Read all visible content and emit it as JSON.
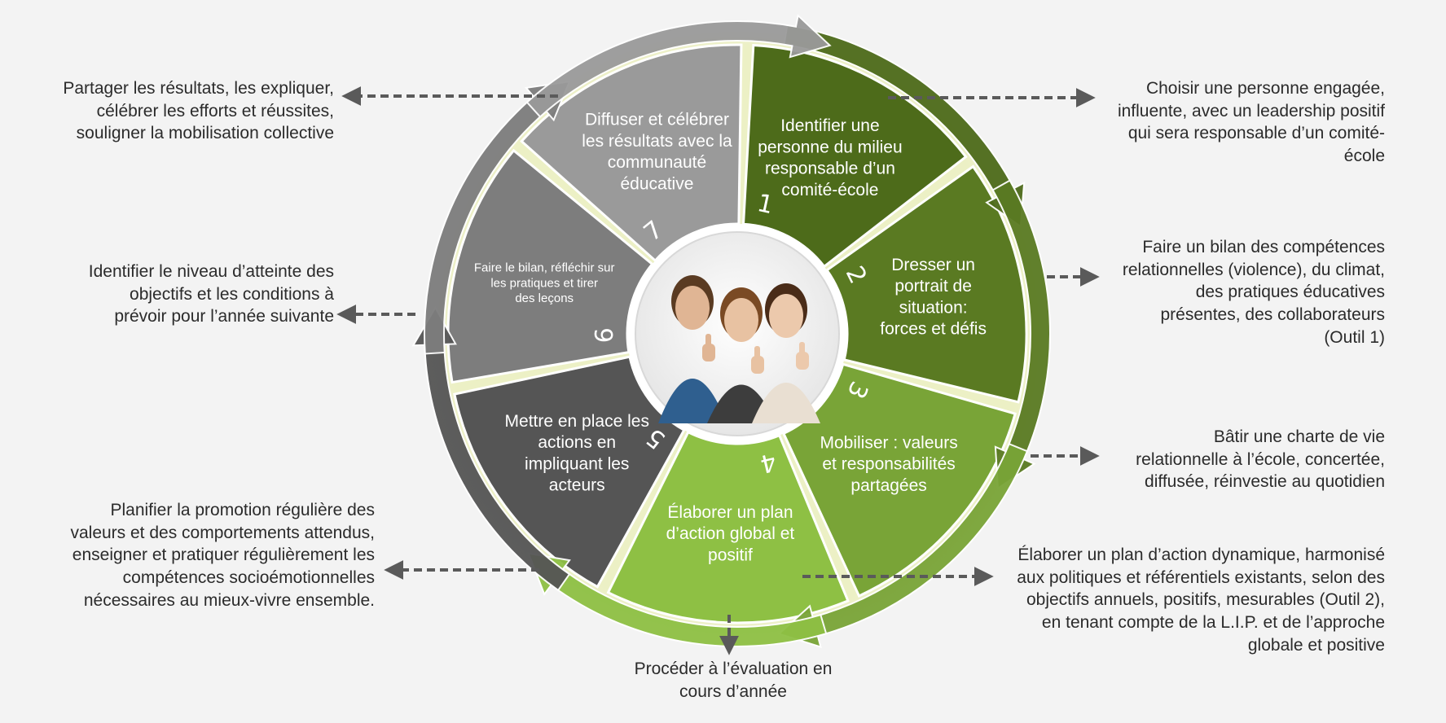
{
  "colors": {
    "background": "#f3f3f3",
    "glow": "#e7eea0",
    "dashed_arrow": "#5a5a5a",
    "note_text": "#2b2b2b",
    "segments": [
      "#4d6b1a",
      "#5a7a22",
      "#79a437",
      "#8ec044",
      "#555555",
      "#7d7d7d",
      "#9a9a9a"
    ]
  },
  "steps": [
    {
      "number": "1",
      "label": "Identifier une\npersonne du milieu\nresponsable d’un\ncomité-école"
    },
    {
      "number": "2",
      "label": "Dresser un\nportrait de\nsituation:\nforces et défis"
    },
    {
      "number": "3",
      "label": "Mobiliser : valeurs\net responsabilités\npartagées"
    },
    {
      "number": "4",
      "label": "Élaborer un plan\nd’action global et\npositif"
    },
    {
      "number": "5",
      "label": "Mettre en place les\nactions en\nimpliquant les\nacteurs"
    },
    {
      "number": "6",
      "label": "Faire le bilan, réfléchir sur\nles pratiques et tirer\ndes leçons"
    },
    {
      "number": "7",
      "label": "Diffuser et célébrer\nles résultats avec la\ncommunauté\néducative"
    }
  ],
  "notes": {
    "step1": "Choisir une personne engagée,\ninfluente, avec un leadership positif\nqui sera responsable d’un comité-\nécole",
    "step2": "Faire un bilan des compétences\nrelationnelles (violence), du climat,\ndes pratiques éducatives\nprésentes, des collaborateurs\n(Outil 1)",
    "step3": "Bâtir une charte de vie\nrelationnelle à l’école, concertée,\ndiffusée, réinvestie au quotidien",
    "step4": "Élaborer un plan d’action dynamique, harmonisé\naux politiques et référentiels existants, selon des\nobjectifs annuels, positifs, mesurables (Outil 2),\nen tenant compte de la L.I.P. et de l’approche\nglobale et positive",
    "step4_bottom": "Procéder à l’évaluation en\ncours d’année",
    "step5": "Planifier la promotion régulière des\nvaleurs et des comportements attendus,\nenseigner et pratiquer régulièrement les\ncompétences socioémotionnelles\nnécessaires au mieux-vivre ensemble.",
    "step6": "Identifier le niveau d’atteinte des\nobjectifs et les conditions à\nprévoir pour  l’année suivante",
    "step7": "Partager les résultats, les expliquer,\ncélébrer les efforts et réussites,\nsouligner la mobilisation collective"
  },
  "center_image": {
    "description_icon": "team-thumbs-up-photo"
  }
}
